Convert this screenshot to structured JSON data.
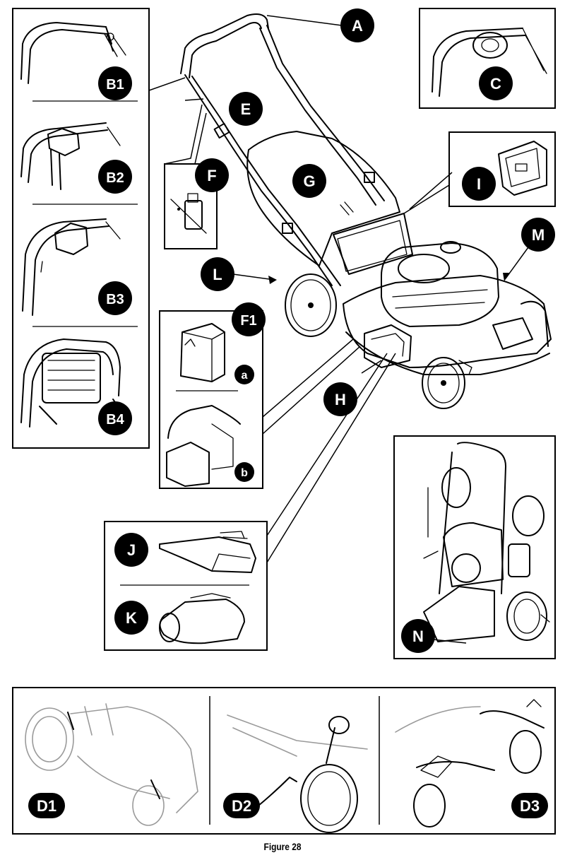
{
  "labels": {
    "A": "A",
    "B1": "B1",
    "B2": "B2",
    "B3": "B3",
    "B4": "B4",
    "C": "C",
    "E": "E",
    "F": "F",
    "G": "G",
    "I": "I",
    "M": "M",
    "L": "L",
    "F1": "F1",
    "a": "a",
    "b": "b",
    "H": "H",
    "J": "J",
    "K": "K",
    "N": "N",
    "D1": "D1",
    "D2": "D2",
    "D3": "D3"
  },
  "caption": "Figure 28"
}
